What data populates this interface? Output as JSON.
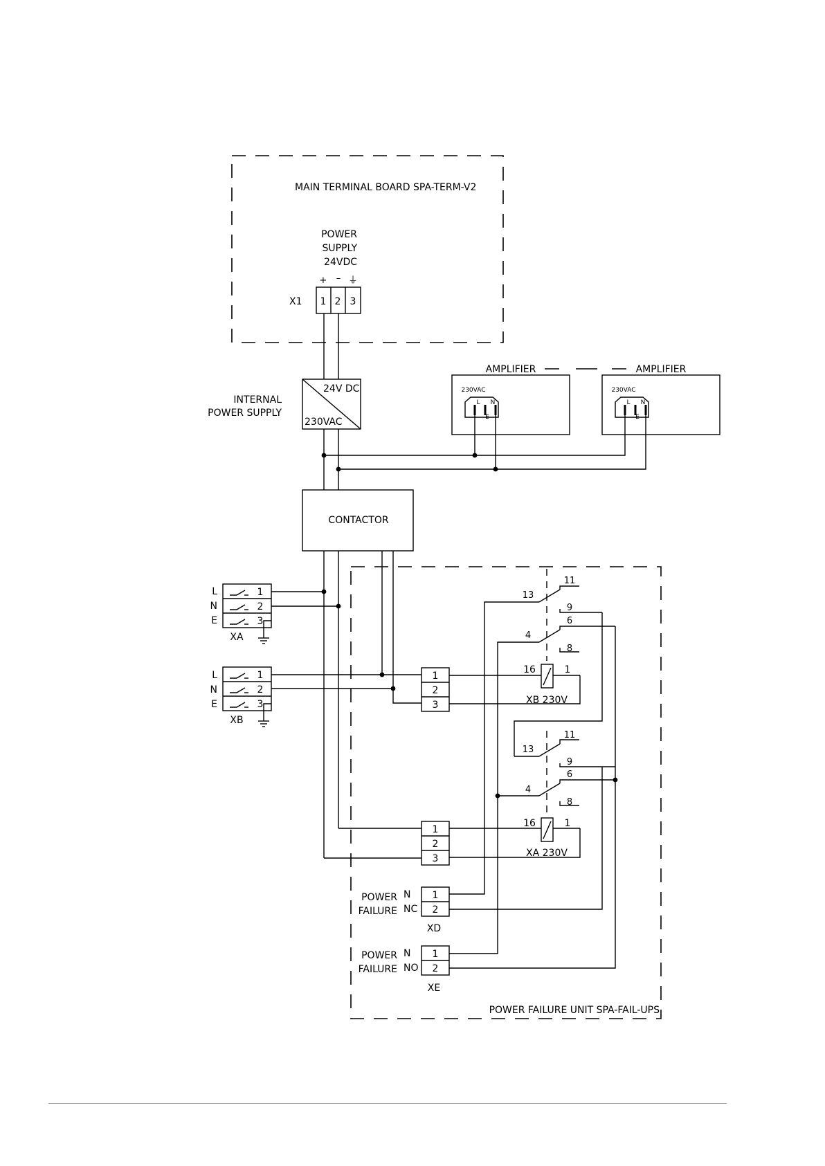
{
  "main_board": {
    "title": "MAIN TERMINAL BOARD SPA-TERM-V2",
    "power_supply_label": [
      "POWER",
      "SUPPLY",
      "24VDC"
    ],
    "connector_name": "X1",
    "terminals": [
      "1",
      "2",
      "3"
    ],
    "polarity": [
      "+",
      "–",
      "⏚"
    ]
  },
  "internal_power_supply": {
    "label": [
      "INTERNAL",
      "POWER SUPPLY"
    ],
    "output": "24V DC",
    "input": "230VAC"
  },
  "amplifiers": [
    {
      "title": "AMPLIFIER",
      "rating": "230VAC",
      "pins": [
        "L",
        "E",
        "N"
      ]
    },
    {
      "title": "AMPLIFIER",
      "rating": "230VAC",
      "pins": [
        "L",
        "E",
        "N"
      ]
    }
  ],
  "contactor": {
    "label": "CONTACTOR"
  },
  "input_terminals": [
    {
      "name": "XA",
      "rows": [
        {
          "line": "L",
          "num": "1"
        },
        {
          "line": "N",
          "num": "2"
        },
        {
          "line": "E",
          "num": "3"
        }
      ]
    },
    {
      "name": "XB",
      "rows": [
        {
          "line": "L",
          "num": "1"
        },
        {
          "line": "N",
          "num": "2"
        },
        {
          "line": "E",
          "num": "3"
        }
      ]
    }
  ],
  "relays": [
    {
      "coil_label": "XB 230V",
      "coil_pins": [
        "16",
        "1"
      ],
      "terminals": [
        "1",
        "2",
        "3"
      ],
      "contacts": [
        "13",
        "11",
        "9",
        "6",
        "4",
        "8"
      ]
    },
    {
      "coil_label": "XA 230V",
      "coil_pins": [
        "16",
        "1"
      ],
      "terminals": [
        "1",
        "2",
        "3"
      ],
      "contacts": [
        "13",
        "11",
        "9",
        "6",
        "4",
        "8"
      ]
    }
  ],
  "outputs": [
    {
      "name": "XD",
      "label": [
        "POWER",
        "FAILURE"
      ],
      "pins": [
        "N",
        "NC"
      ],
      "terminals": [
        "1",
        "2"
      ]
    },
    {
      "name": "XE",
      "label": [
        "POWER",
        "FAILURE"
      ],
      "pins": [
        "N",
        "NO"
      ],
      "terminals": [
        "1",
        "2"
      ]
    }
  ],
  "power_failure_unit": {
    "title": "POWER FAILURE UNIT SPA-FAIL-UPS"
  }
}
